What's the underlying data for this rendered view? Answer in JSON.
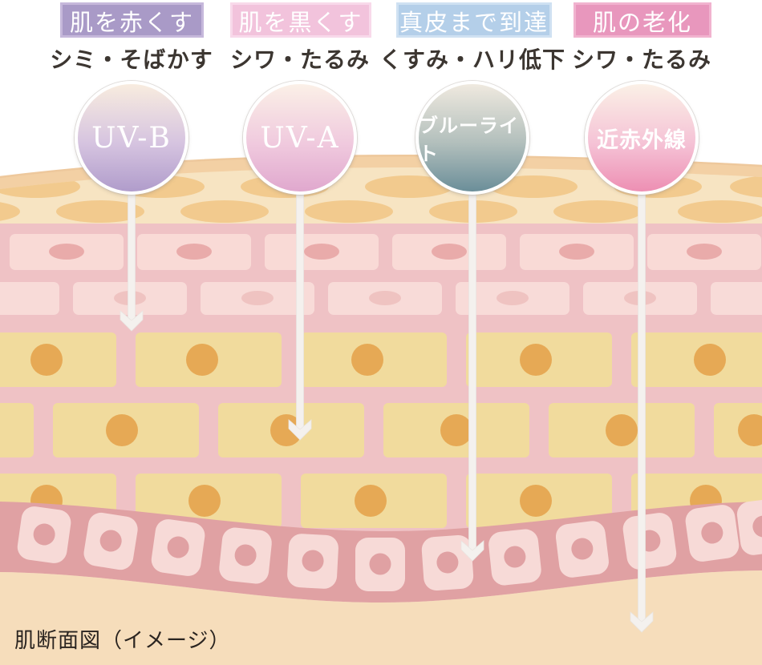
{
  "caption": "肌断面図（イメージ）",
  "columns": [
    {
      "badge": "肌を赤くする",
      "effect": "シミ・そばかす",
      "ray": "UV-B",
      "badge_color": "#a99ac7",
      "circle_top_color": "#f8ecdf",
      "circle_bottom_color": "#b09ccb"
    },
    {
      "badge": "肌を黒くする",
      "effect": "シワ・たるみ",
      "ray": "UV-A",
      "badge_color": "#f2c3dc",
      "circle_top_color": "#fbf0e7",
      "circle_bottom_color": "#e0a8ce"
    },
    {
      "badge": "真皮まで到達",
      "effect": "くすみ・ハリ低下",
      "ray": "ブルーライト",
      "badge_color": "#b4cfe9",
      "circle_top_color": "#efe9df",
      "circle_bottom_color": "#6b8e99"
    },
    {
      "badge": "肌の老化",
      "effect": "シワ・たるみ",
      "ray": "近赤外線",
      "badge_color": "#e897bd",
      "circle_top_color": "#fbf0e6",
      "circle_bottom_color": "#ed8fb3"
    }
  ],
  "skin_colors": {
    "surface_band": "#f3d0a4",
    "stratum_corneum": "#f7e4c2",
    "corneocyte_oval": "#f2ca8e",
    "mortar_pink": "#efc2c5",
    "pink_brick": "#f9dad6",
    "pink_brick_nucleus": "#e9abaa",
    "yellow_brick": "#f1db9d",
    "yellow_brick_nucleus": "#e6a955",
    "dermis_band": "#e0a1a3",
    "dermis_cell": "#f7dad7",
    "subcutis": "#f6ddbb",
    "arrow": "#f4f1ee"
  }
}
